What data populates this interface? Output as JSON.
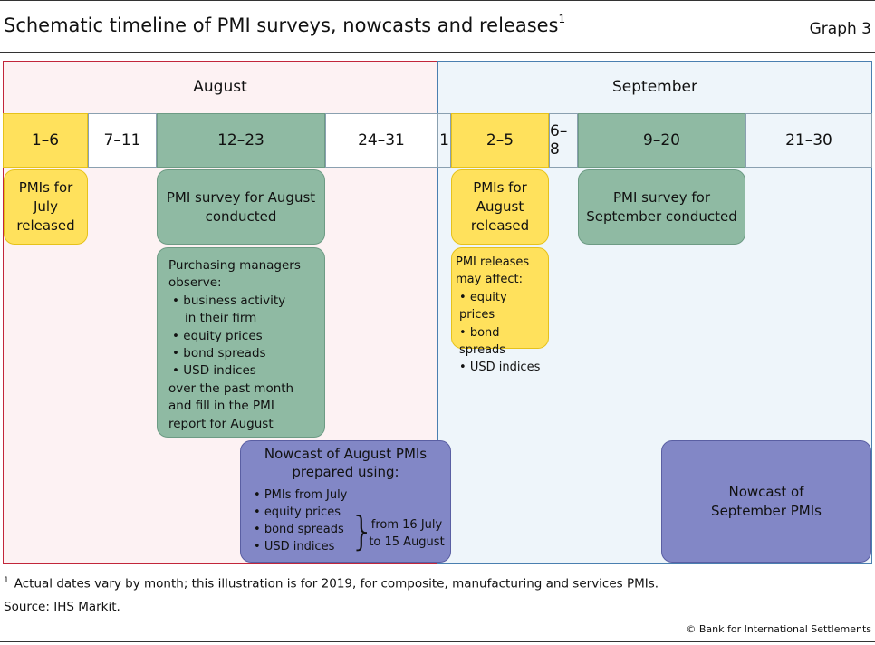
{
  "header": {
    "title": "Schematic timeline of PMI surveys, nowcasts and releases",
    "title_sup": "1",
    "graph_label": "Graph 3"
  },
  "months": {
    "august": "August",
    "september": "September"
  },
  "date_cells": [
    "1–6",
    "7–11",
    "12–23",
    "24–31",
    "1",
    "2–5",
    "6–8",
    "9–20",
    "21–30"
  ],
  "boxes": {
    "pmis_july": "PMIs for July released",
    "survey_august": "PMI survey for August conducted",
    "observe": {
      "intro": "Purchasing managers observe:",
      "items": [
        "business activity",
        "in their firm",
        "equity prices",
        "bond spreads",
        "USD indices"
      ],
      "outro": "over the past month and fill in the PMI report for August"
    },
    "pmis_august": "PMIs for August released",
    "affect": {
      "intro": "PMI releases may affect:",
      "items": [
        "equity prices",
        "bond spreads",
        "USD indices"
      ]
    },
    "survey_september": "PMI survey for September conducted",
    "nowcast_august": {
      "title": "Nowcast of August PMIs prepared using:",
      "items": [
        "PMIs from July",
        "equity prices",
        "bond spreads",
        "USD indices"
      ],
      "range": "from 16 July to 15 August"
    },
    "nowcast_september": "Nowcast of September PMIs"
  },
  "footer": {
    "footnote_mark": "1",
    "footnote": "Actual dates vary by month; this illustration is for 2019, for composite, manufacturing and services PMIs.",
    "source": "Source: IHS Markit.",
    "copyright": "© Bank for International Settlements"
  }
}
